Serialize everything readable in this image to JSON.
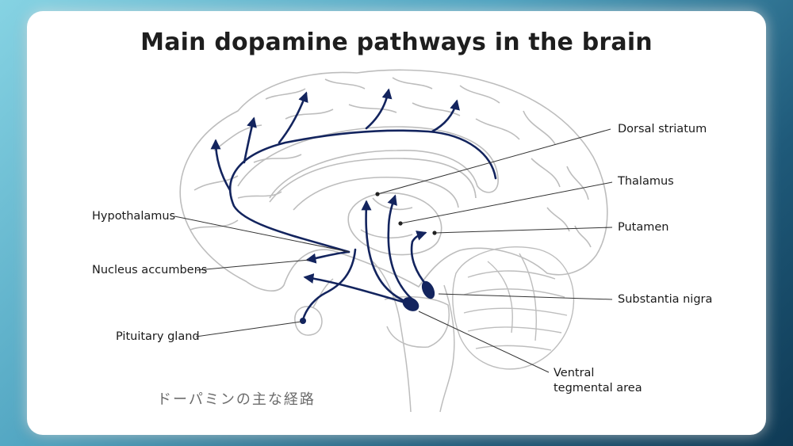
{
  "title": "Main dopamine pathways in the brain",
  "subtitle_jp": "ドーパミンの主な経路",
  "labels": {
    "dorsal_striatum": "Dorsal striatum",
    "thalamus": "Thalamus",
    "putamen": "Putamen",
    "substantia_nigra": "Substantia nigra",
    "ventral_tegmental_area_line1": "Ventral",
    "ventral_tegmental_area_line2": "tegmental area",
    "hypothalamus": "Hypothalamus",
    "nucleus_accumbens": "Nucleus accumbens",
    "pituitary_gland": "Pituitary gland"
  },
  "colors": {
    "pathway": "#13245e",
    "outline": "#b9b9b9",
    "leader": "#333333"
  }
}
